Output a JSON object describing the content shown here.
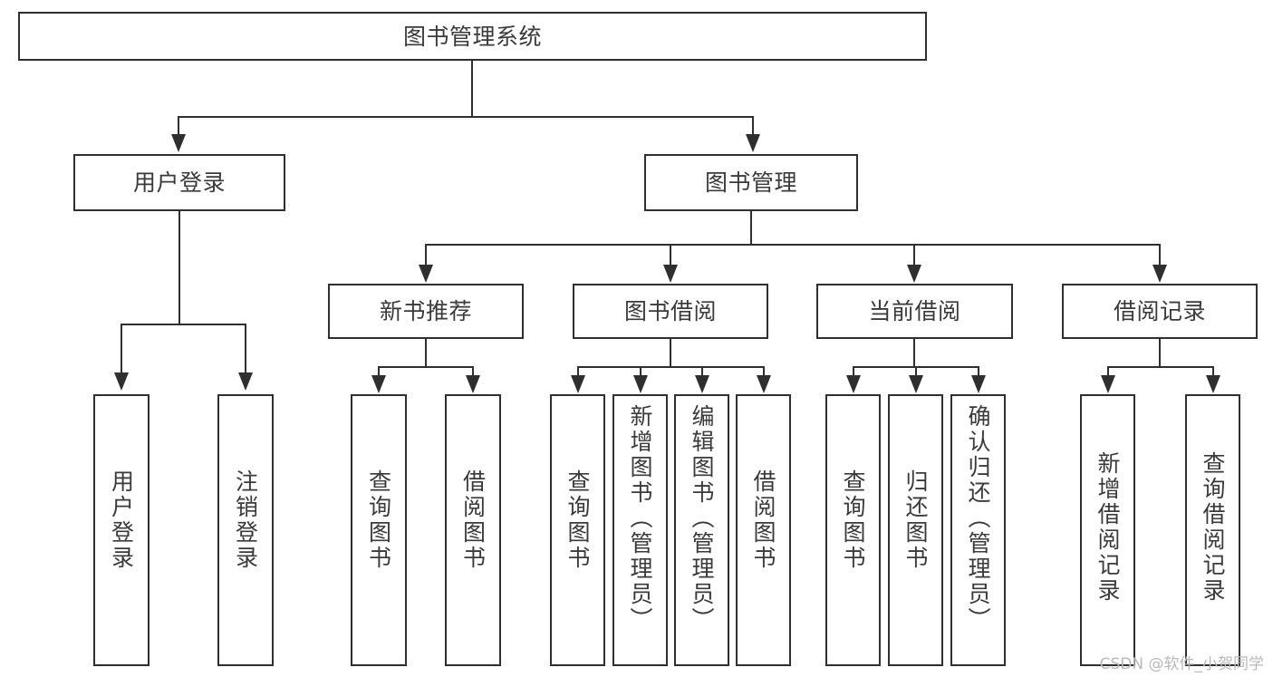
{
  "diagram": {
    "type": "tree-hierarchy",
    "title": "图书管理系统",
    "watermark": "CSDN @软件_小贺同学",
    "colors": {
      "box_border": "#2f2f2f",
      "box_fill": "#ffffff",
      "text": "#3a3a3a",
      "connector": "#2f2f2f",
      "watermark": "#b9b9b9",
      "background": "#ffffff"
    },
    "nodes": {
      "root": {
        "label": "图书管理系统"
      },
      "level2": [
        {
          "label": "用户登录"
        },
        {
          "label": "图书管理"
        }
      ],
      "level3": [
        {
          "label": "新书推荐"
        },
        {
          "label": "图书借阅"
        },
        {
          "label": "当前借阅"
        },
        {
          "label": "借阅记录"
        }
      ],
      "leaves": {
        "user_login": [
          {
            "label": "用户登录"
          },
          {
            "label": "注销登录"
          }
        ],
        "new_book_recommend": [
          {
            "label": "查询图书"
          },
          {
            "label": "借阅图书"
          }
        ],
        "book_borrow": [
          {
            "label": "查询图书"
          },
          {
            "label": "新增图书（管理员）"
          },
          {
            "label": "编辑图书（管理员）"
          },
          {
            "label": "借阅图书"
          }
        ],
        "current_borrow": [
          {
            "label": "查询图书"
          },
          {
            "label": "归还图书"
          },
          {
            "label": "确认归还（管理员）"
          }
        ],
        "borrow_record": [
          {
            "label": "新增借阅记录"
          },
          {
            "label": "查询借阅记录"
          }
        ]
      }
    }
  }
}
